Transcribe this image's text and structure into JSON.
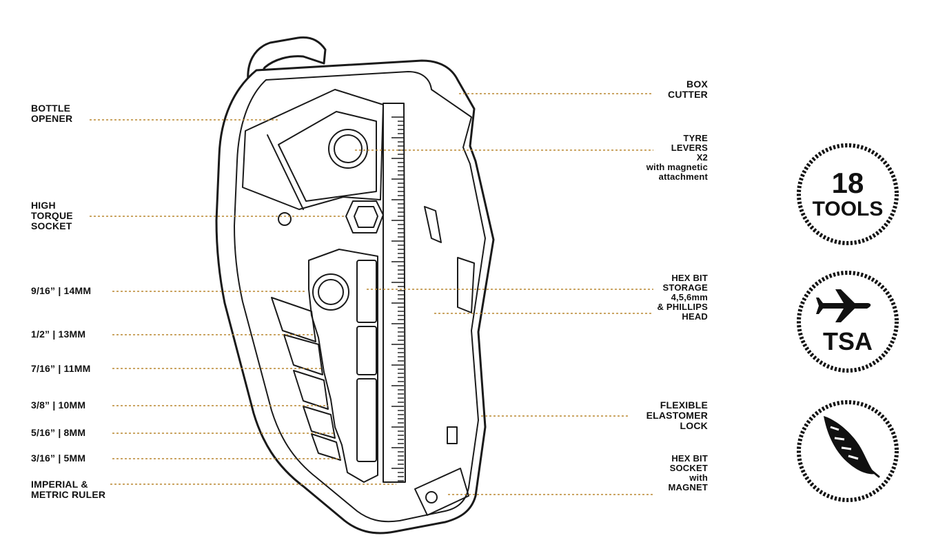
{
  "labels_left": [
    {
      "id": "bottle-opener",
      "text": "BOTTLE\nOPENER"
    },
    {
      "id": "high-torque-socket",
      "text": "HIGH\nTORQUE\nSOCKET"
    },
    {
      "id": "socket-14mm",
      "text": "9/16” | 14MM"
    },
    {
      "id": "socket-13mm",
      "text": "1/2” | 13MM"
    },
    {
      "id": "socket-11mm",
      "text": "7/16” | 11MM"
    },
    {
      "id": "socket-10mm",
      "text": "3/8” | 10MM"
    },
    {
      "id": "socket-8mm",
      "text": "5/16” | 8MM"
    },
    {
      "id": "socket-5mm",
      "text": "3/16” | 5MM"
    },
    {
      "id": "ruler",
      "text": "IMPERIAL &\nMETRIC RULER"
    }
  ],
  "labels_right": [
    {
      "id": "box-cutter",
      "text": "BOX\nCUTTER"
    },
    {
      "id": "tyre-levers",
      "text": "TYRE\nLEVERS\nX2\nwith magnetic\nattachment"
    },
    {
      "id": "hex-bit-storage",
      "text": "HEX BIT\nSTORAGE\n4,5,6mm\n& PHILLIPS\nHEAD"
    },
    {
      "id": "elastomer-lock",
      "text": "FLEXIBLE\nELASTOMER\nLOCK"
    },
    {
      "id": "hex-bit-socket",
      "text": "HEX BIT\nSOCKET\nwith\nMAGNET"
    }
  ],
  "badges": {
    "tools": {
      "number": "18",
      "word": "TOOLS"
    },
    "tsa": {
      "word": "TSA",
      "icon": "airplane-icon"
    },
    "weight": {
      "icon": "feather-icon"
    }
  },
  "colors": {
    "leader": "#b8862e",
    "outline": "#1a1a1a",
    "ink": "#111111"
  }
}
